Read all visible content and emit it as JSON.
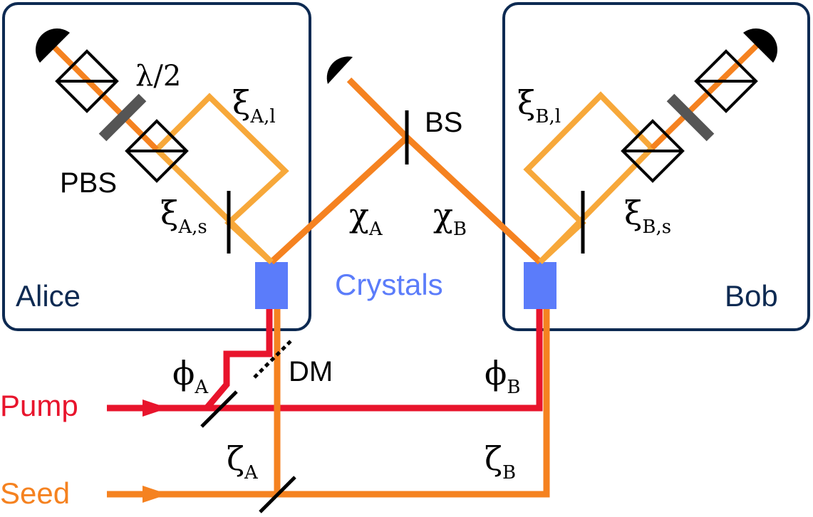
{
  "labels": {
    "alice": "Alice",
    "bob": "Bob",
    "crystals": "Crystals",
    "pbs": "PBS",
    "half_wave": "λ/2",
    "bs": "BS",
    "dm": "DM",
    "pump": "Pump",
    "seed": "Seed",
    "xi_A_l": {
      "base": "ξ",
      "sub": "A,l"
    },
    "xi_A_s": {
      "base": "ξ",
      "sub": "A,s"
    },
    "xi_B_l": {
      "base": "ξ",
      "sub": "B,l"
    },
    "xi_B_s": {
      "base": "ξ",
      "sub": "B,s"
    },
    "chi_A": {
      "base": "χ",
      "sub": "A"
    },
    "chi_B": {
      "base": "χ",
      "sub": "B"
    },
    "phi_A": {
      "base": "ϕ",
      "sub": "A"
    },
    "phi_B": {
      "base": "ϕ",
      "sub": "B"
    },
    "zeta_A": {
      "base": "ζ",
      "sub": "A"
    },
    "zeta_B": {
      "base": "ζ",
      "sub": "B"
    }
  },
  "colors": {
    "box_border": "#0d2a52",
    "party_text": "#0d2a52",
    "crystal": "#5b7cfa",
    "crystals_text": "#5b7cfa",
    "beam_dark": "#f58220",
    "beam_light": "#f7a83a",
    "pump": "#e8142c",
    "seed": "#f58220",
    "optics": "#000000",
    "waveplate": "#555555"
  }
}
